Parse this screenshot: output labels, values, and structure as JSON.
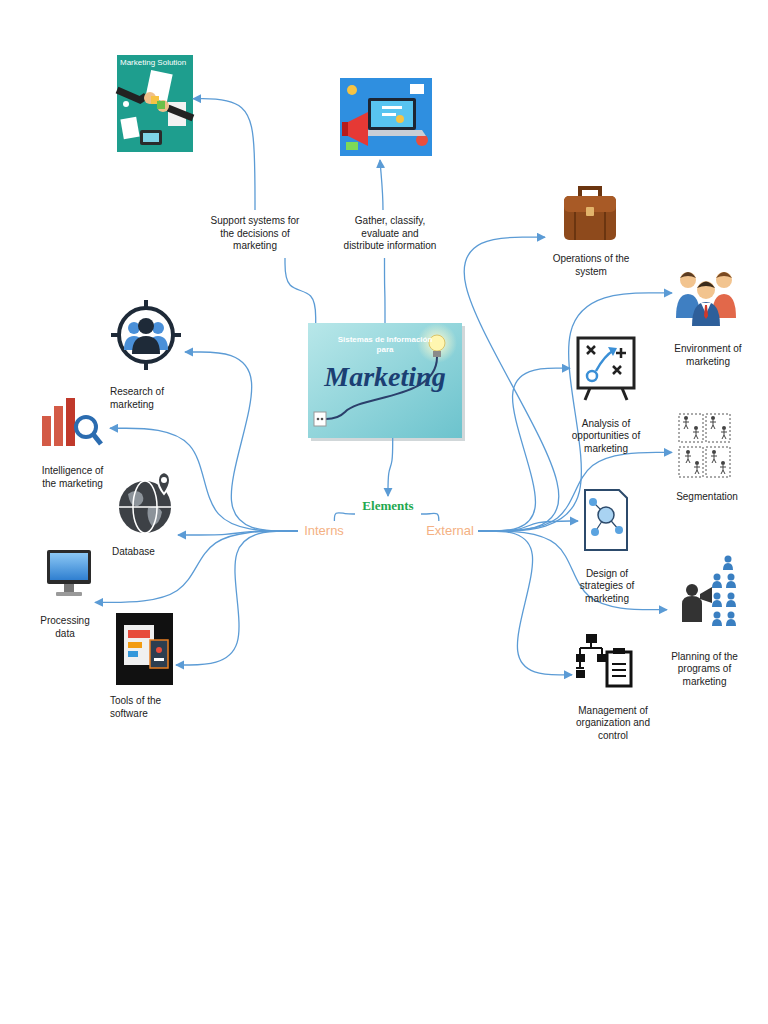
{
  "diagram": {
    "nodes": [
      {
        "text": [
          "Marketing Solution"
        ]
      },
      {
        "text": [
          "Support systems for the decisions of marketing"
        ]
      },
      {
        "text": [
          "Gather, classify, evaluate and distribute information"
        ]
      },
      {
        "text": [
          "Operations of the system"
        ]
      },
      {
        "text": [
          "Sistemas de Información para",
          "Marketing"
        ]
      },
      {
        "text": [
          "Research of marketing"
        ]
      },
      {
        "text": [
          "Environment of marketing"
        ]
      },
      {
        "text": [
          "Analysis of opportunities of marketing"
        ]
      },
      {
        "text": [
          "Intelligence of the marketing"
        ]
      },
      {
        "text": [
          "Segmentation"
        ]
      },
      {
        "text": [
          "Elements"
        ]
      },
      {
        "text": [
          "Interns"
        ]
      },
      {
        "text": [
          "External"
        ]
      },
      {
        "text": [
          "Database"
        ]
      },
      {
        "text": [
          "Design of strategies of marketing"
        ]
      },
      {
        "text": [
          "Processing data"
        ]
      },
      {
        "text": [
          "Planning of the programs of marketing"
        ]
      },
      {
        "text": [
          "Tools of the software"
        ]
      },
      {
        "text": [
          "Management of organization and control"
        ]
      }
    ],
    "edges": [
      {
        "from": 4,
        "to": 1,
        "arrow": "none"
      },
      {
        "from": 1,
        "to": 0,
        "arrow": "to"
      },
      {
        "from": 4,
        "to": 2,
        "arrow": "none"
      },
      {
        "from": 4,
        "to": 10,
        "arrow": "to"
      },
      {
        "from": 10,
        "to": 11,
        "arrow": "none"
      },
      {
        "from": 10,
        "to": 12,
        "arrow": "none"
      },
      {
        "from": 11,
        "to": 5,
        "arrow": "to"
      },
      {
        "from": 11,
        "to": 8,
        "arrow": "to"
      },
      {
        "from": 11,
        "to": 13,
        "arrow": "to"
      },
      {
        "from": 11,
        "to": 15,
        "arrow": "to"
      },
      {
        "from": 11,
        "to": 17,
        "arrow": "to"
      },
      {
        "from": 12,
        "to": 3,
        "arrow": "to"
      },
      {
        "from": 12,
        "to": 6,
        "arrow": "to"
      },
      {
        "from": 12,
        "to": 7,
        "arrow": "to"
      },
      {
        "from": 12,
        "to": 9,
        "arrow": "to"
      },
      {
        "from": 12,
        "to": 14,
        "arrow": "to"
      },
      {
        "from": 12,
        "to": 16,
        "arrow": "to"
      },
      {
        "from": 12,
        "to": 18,
        "arrow": "to"
      }
    ]
  }
}
